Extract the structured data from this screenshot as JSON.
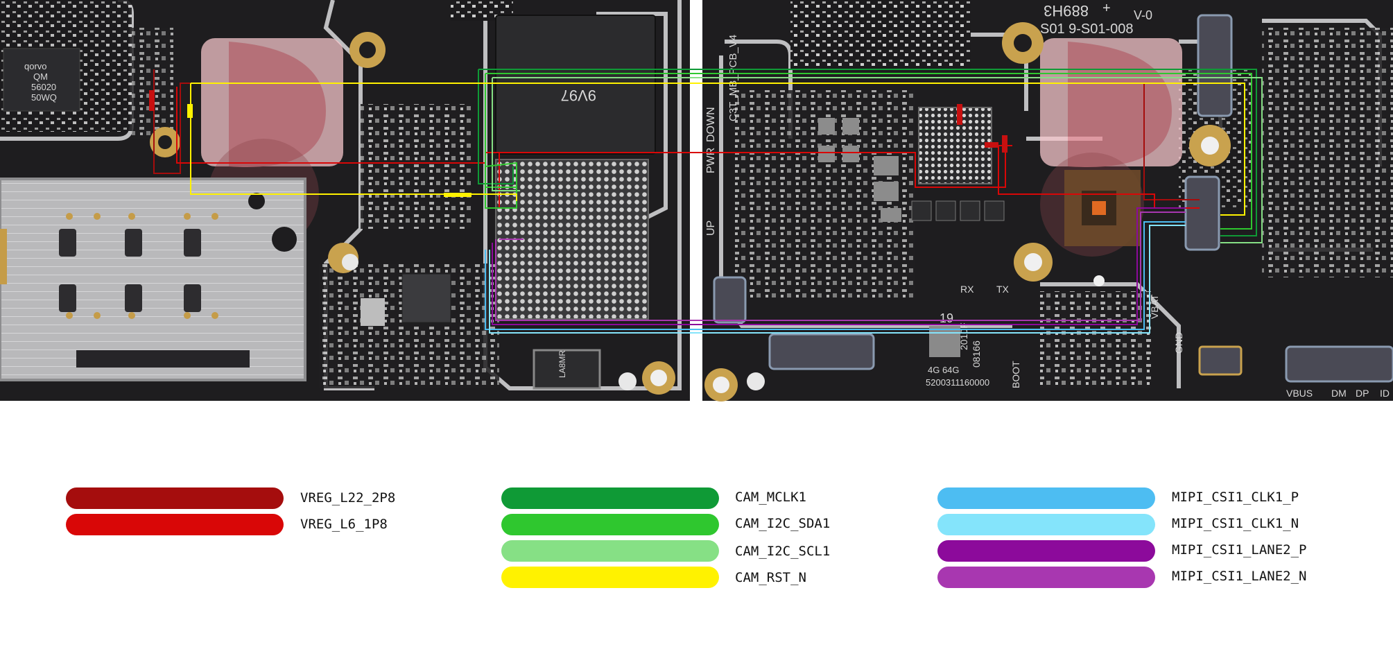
{
  "board": {
    "colors": {
      "pcb_bg": "#1e1d1f",
      "pcb_dark": "#161517",
      "silver_pad": "#c9c9c9",
      "gold_pad": "#c9a24e",
      "watermark": "#f0a0a8"
    },
    "silkscreen": {
      "ic_top_left": [
        "qorvo",
        "QM",
        "56020",
        "50WQ"
      ],
      "ram_chip": "9V97",
      "pcb_label": "C3T_MB_PCB_V4",
      "pwr_label": "PWR",
      "down_label": "DOWN",
      "up_label": "UP",
      "top_marks": [
        "889H3",
        "+",
        "V-0"
      ],
      "top_code": "S01 9-S01-008",
      "rx": "RX",
      "tx": "TX",
      "num_19": "19",
      "board_code": "2010F",
      "board_code_2": "08166",
      "memory": "4G 64G",
      "serial": "5200311160000",
      "boot": "BOOT",
      "vbat": "VBAT",
      "gnd": "GND",
      "usb_pins": [
        "VBUS",
        "DM",
        "DP",
        "ID"
      ],
      "ic_small": "LA8MR"
    }
  },
  "legend": {
    "groups": [
      {
        "items": [
          {
            "label": "VREG_L22_2P8",
            "color": "#a50d0d"
          },
          {
            "label": "VREG_L6_1P8",
            "color": "#d90707"
          }
        ]
      },
      {
        "items": [
          {
            "label": "CAM_MCLK1",
            "color": "#0f9a36"
          },
          {
            "label": "CAM_I2C_SDA1",
            "color": "#2fc72f"
          },
          {
            "label": "CAM_I2C_SCL1",
            "color": "#86e085"
          },
          {
            "label": "CAM_RST_N",
            "color": "#fff200"
          }
        ]
      },
      {
        "items": [
          {
            "label": "MIPI_CSI1_CLK1_P",
            "color": "#4dbdf2"
          },
          {
            "label": "MIPI_CSI1_CLK1_N",
            "color": "#84e4fb"
          },
          {
            "label": "MIPI_CSI1_LANE2_P",
            "color": "#8c0a9b"
          },
          {
            "label": "MIPI_CSI1_LANE2_N",
            "color": "#a837b0"
          }
        ]
      }
    ]
  }
}
